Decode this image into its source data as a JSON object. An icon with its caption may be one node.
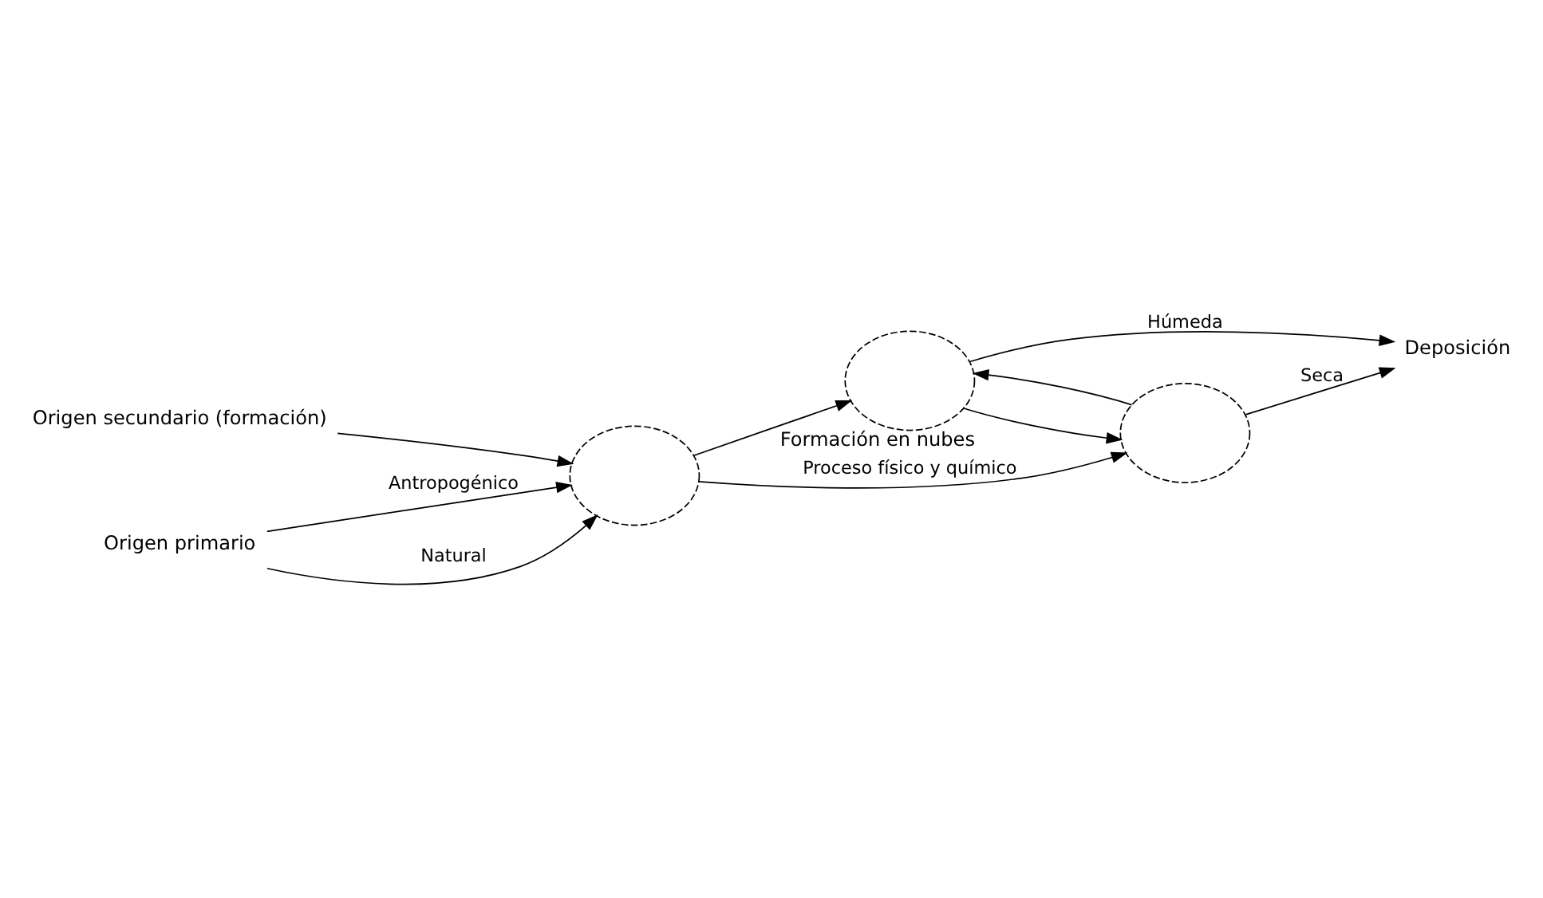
{
  "diagram": {
    "nodes": [
      {
        "text": [
          "Origen secundario (formación)"
        ]
      },
      {
        "text": [],
        "shape": "cloud"
      },
      {
        "text": [],
        "shape": "cloud",
        "beside": [
          "Formación en nubes"
        ]
      },
      {
        "text": [],
        "shape": "cloud"
      },
      {
        "text": [
          "Origen primario"
        ]
      },
      {
        "text": [
          "Deposición"
        ]
      }
    ],
    "edges": [
      {
        "from": 0,
        "to": 1,
        "arrow": "to"
      },
      {
        "from": 1,
        "to": 2,
        "arrow": "to"
      },
      {
        "from": 1,
        "to": 3,
        "arrow": "to",
        "label": "Proceso físico y químico"
      },
      {
        "from": 2,
        "to": 3,
        "arrow": "to"
      },
      {
        "from": 3,
        "to": 2,
        "arrow": "to"
      },
      {
        "from": 4,
        "to": 1,
        "arrow": "to",
        "label": "Natural"
      },
      {
        "from": 4,
        "to": 1,
        "arrow": "to",
        "label": "Antropogénico"
      },
      {
        "from": 3,
        "to": 5,
        "arrow": "to",
        "label": "Seca"
      },
      {
        "from": 2,
        "to": 5,
        "arrow": "to",
        "label": "Húmeda"
      }
    ]
  }
}
